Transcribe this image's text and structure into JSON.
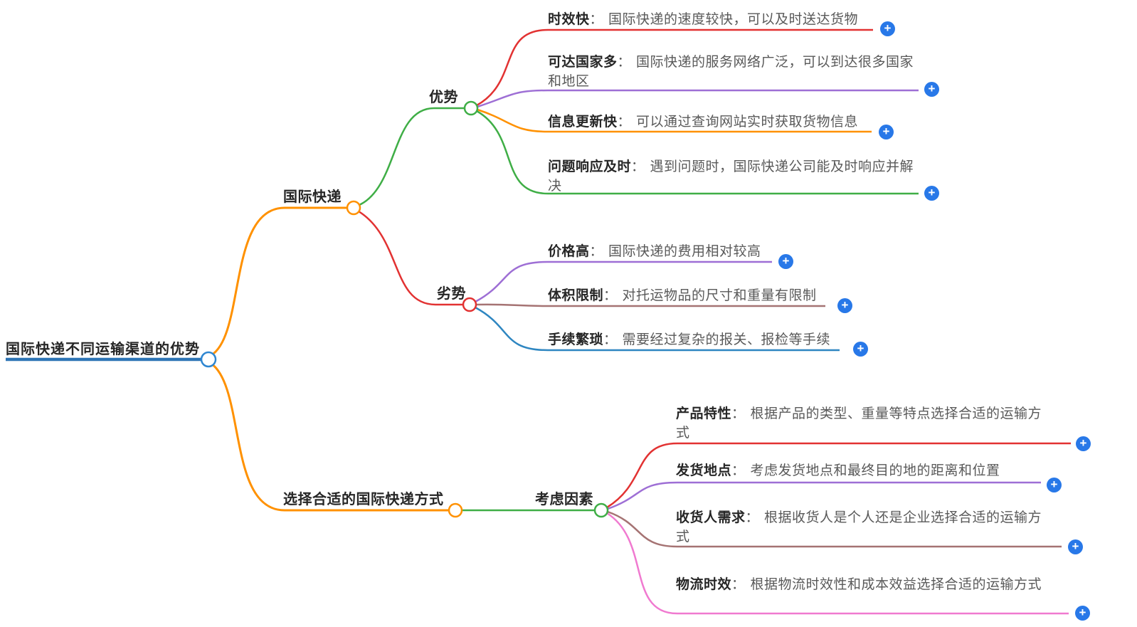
{
  "root": {
    "label": "国际快递不同运输渠道的优势"
  },
  "colon": "：",
  "plus_label": "+",
  "branch1": {
    "label": "国际快递",
    "advantage": {
      "label": "优势",
      "items": [
        {
          "term": "时效快",
          "desc": "国际快递的速度较快，可以及时送达货物"
        },
        {
          "term": "可达国家多",
          "desc": "国际快递的服务网络广泛，可以到达很多国家和地区"
        },
        {
          "term": "信息更新快",
          "desc": "可以通过查询网站实时获取货物信息"
        },
        {
          "term": "问题响应及时",
          "desc": "遇到问题时，国际快递公司能及时响应并解决"
        }
      ]
    },
    "disadvantage": {
      "label": "劣势",
      "items": [
        {
          "term": "价格高",
          "desc": "国际快递的费用相对较高"
        },
        {
          "term": "体积限制",
          "desc": "对托运物品的尺寸和重量有限制"
        },
        {
          "term": "手续繁琐",
          "desc": "需要经过复杂的报关、报检等手续"
        }
      ]
    }
  },
  "branch2": {
    "label": "选择合适的国际快递方式",
    "factors": {
      "label": "考虑因素",
      "items": [
        {
          "term": "产品特性",
          "desc": "根据产品的类型、重量等特点选择合适的运输方式"
        },
        {
          "term": "发货地点",
          "desc": "考虑发货地点和最终目的地的距离和位置"
        },
        {
          "term": "收货人需求",
          "desc": "根据收货人是个人还是企业选择合适的运输方式"
        },
        {
          "term": "物流时效",
          "desc": "根据物流时效性和成本效益选择合适的运输方式"
        }
      ]
    }
  },
  "colors": {
    "rootline": "#2e75b6",
    "rootring": "#2e86d1",
    "orange": "#ff9100",
    "green": "#3fae46",
    "red": "#e23232",
    "purple": "#9e6fd5",
    "brown": "#a57373",
    "blue2": "#2e86c1",
    "pink": "#f07ad0",
    "plus": "#2878e8"
  }
}
